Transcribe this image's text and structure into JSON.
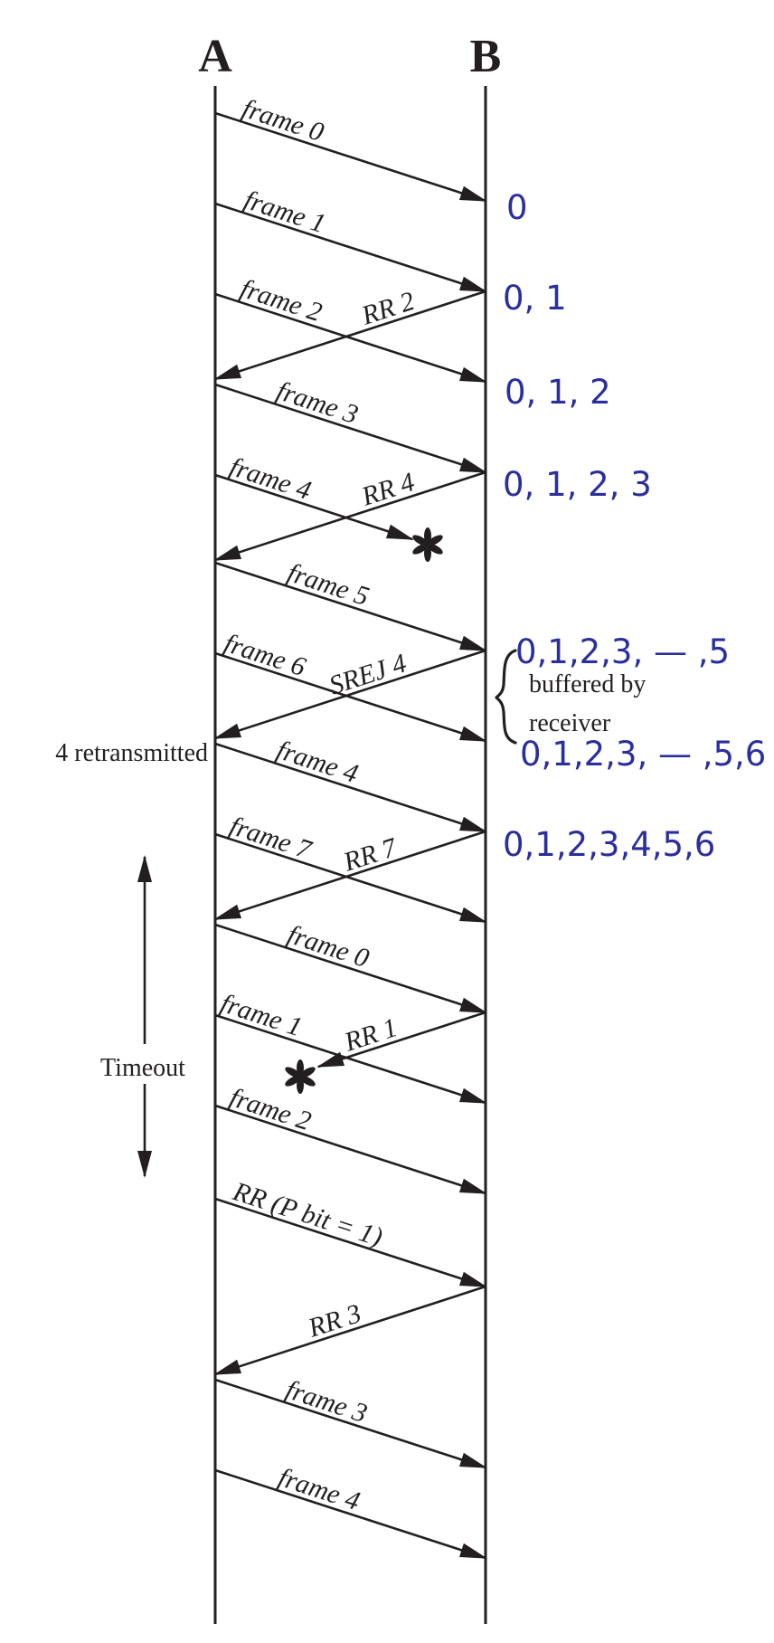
{
  "endpoints": {
    "left": "A",
    "right": "B"
  },
  "messages": [
    {
      "label": "frame 0",
      "from": "A",
      "to": "B",
      "lost": false
    },
    {
      "label": "frame 1",
      "from": "A",
      "to": "B",
      "lost": false
    },
    {
      "label": "frame 2",
      "from": "A",
      "to": "B",
      "lost": false
    },
    {
      "label": "RR 2",
      "from": "B",
      "to": "A",
      "lost": false
    },
    {
      "label": "frame 3",
      "from": "A",
      "to": "B",
      "lost": false
    },
    {
      "label": "frame 4",
      "from": "A",
      "to": "B",
      "lost": true
    },
    {
      "label": "RR 4",
      "from": "B",
      "to": "A",
      "lost": false
    },
    {
      "label": "frame 5",
      "from": "A",
      "to": "B",
      "lost": false
    },
    {
      "label": "frame 6",
      "from": "A",
      "to": "B",
      "lost": false
    },
    {
      "label": "SREJ 4",
      "from": "B",
      "to": "A",
      "lost": false
    },
    {
      "label": "frame 4",
      "from": "A",
      "to": "B",
      "lost": false
    },
    {
      "label": "frame 7",
      "from": "A",
      "to": "B",
      "lost": false
    },
    {
      "label": "RR 7",
      "from": "B",
      "to": "A",
      "lost": false
    },
    {
      "label": "frame 0",
      "from": "A",
      "to": "B",
      "lost": false
    },
    {
      "label": "frame 1",
      "from": "A",
      "to": "B",
      "lost": false
    },
    {
      "label": "RR 1",
      "from": "B",
      "to": "A",
      "lost": true
    },
    {
      "label": "frame 2",
      "from": "A",
      "to": "B",
      "lost": false
    },
    {
      "label": "RR (P bit = 1)",
      "from": "A",
      "to": "B",
      "lost": false
    },
    {
      "label": "RR 3",
      "from": "B",
      "to": "A",
      "lost": false
    },
    {
      "label": "frame 3",
      "from": "A",
      "to": "B",
      "lost": false
    },
    {
      "label": "frame 4",
      "from": "A",
      "to": "B",
      "lost": false
    }
  ],
  "receiver_buffer_states": [
    "0",
    "0, 1",
    "0, 1, 2",
    "0, 1, 2, 3",
    "0,1,2,3, — ,5",
    "0,1,2,3, — ,5,6",
    "0,1,2,3,4,5,6"
  ],
  "annotations": {
    "retransmitted": "4 retransmitted",
    "timeout": "Timeout",
    "buffered_line1": "buffered by",
    "buffered_line2": "receiver"
  },
  "colors": {
    "ink": "#231f20",
    "pen": "#2b2f9e"
  }
}
